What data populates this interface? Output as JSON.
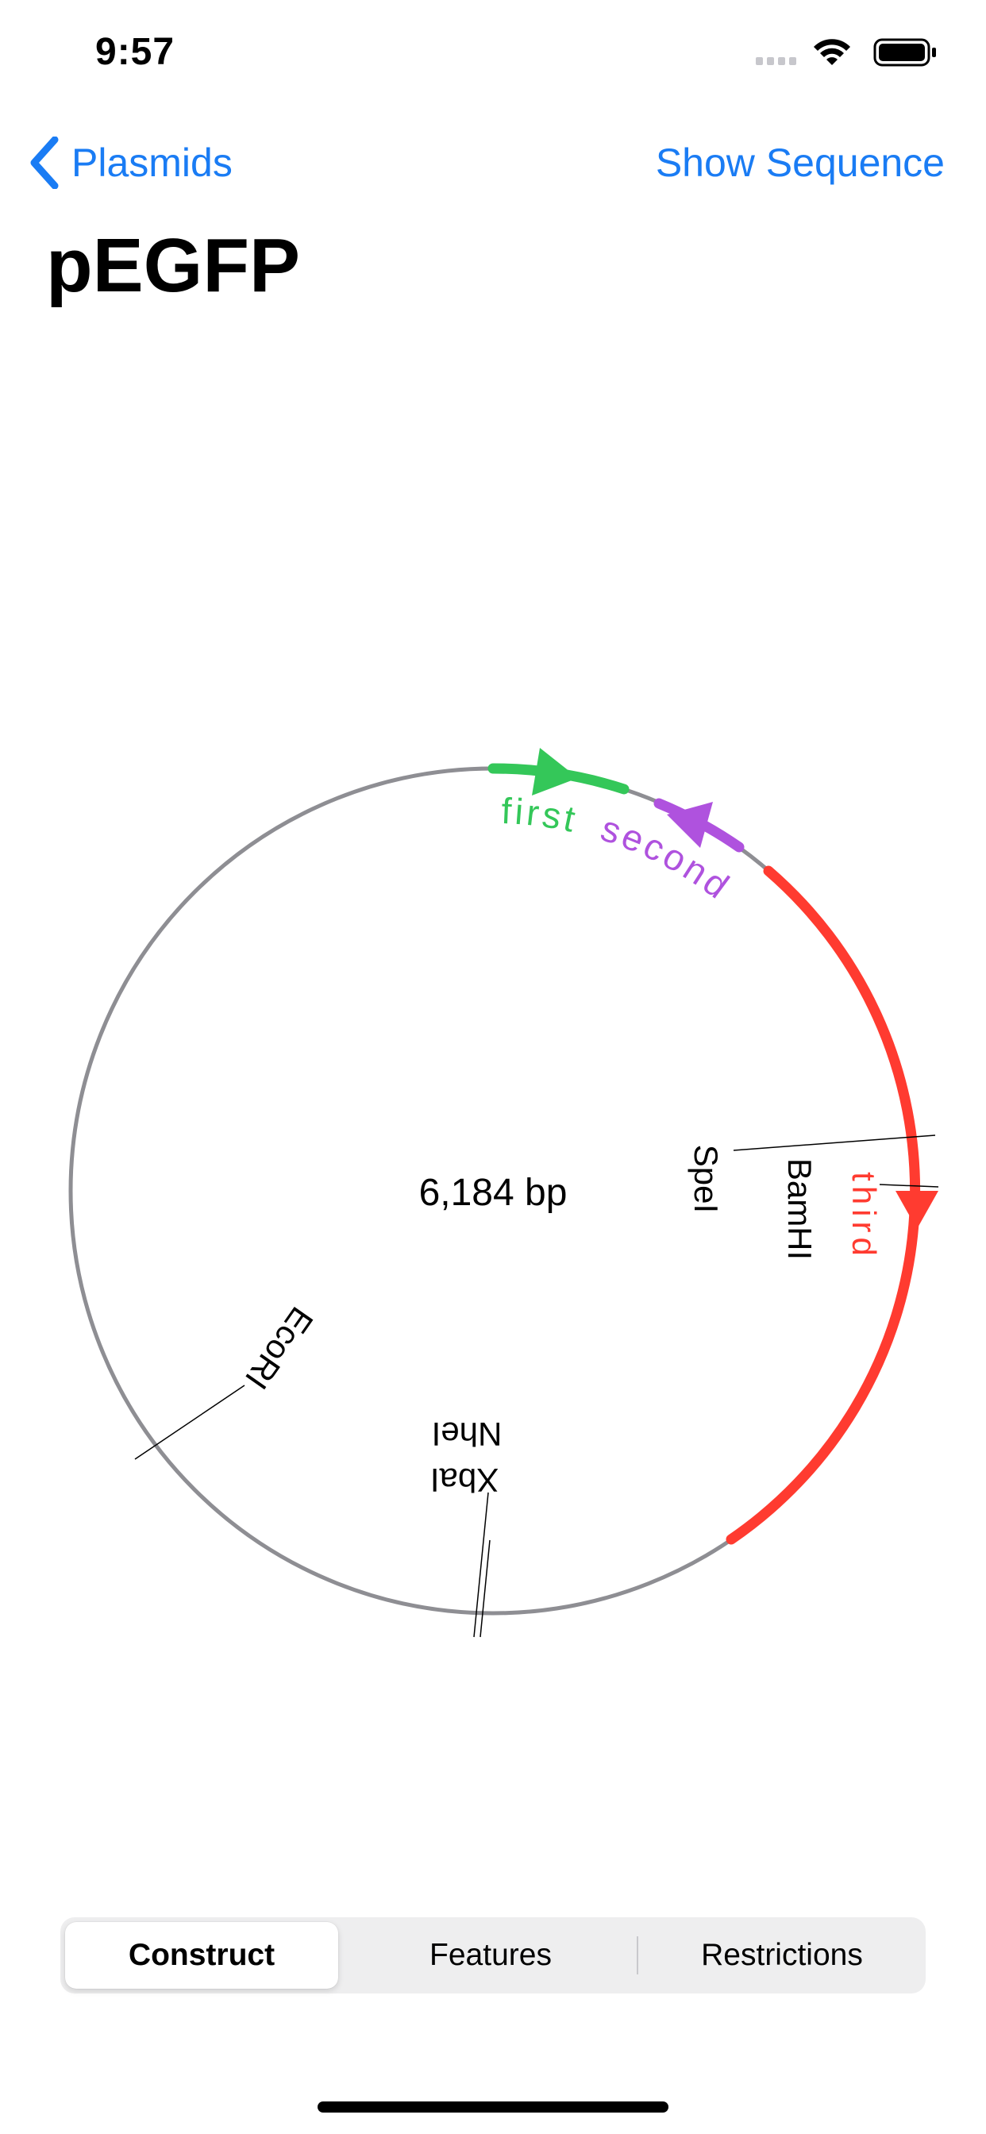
{
  "status_bar": {
    "time": "9:57"
  },
  "nav": {
    "back_label": "Plasmids",
    "action_label": "Show Sequence"
  },
  "title": "pEGFP",
  "map": {
    "center_label": "6,184 bp",
    "features": [
      {
        "label": "first",
        "color": "#34c759",
        "direction": "forward"
      },
      {
        "label": "second",
        "color": "#af52de",
        "direction": "reverse"
      },
      {
        "label": "third",
        "color": "#ff3b30",
        "direction": "forward"
      }
    ],
    "restriction_sites": [
      "SpeI",
      "BamHI",
      "EcoRI",
      "NheI",
      "XbaI"
    ],
    "backbone_color": "#8e8e93"
  },
  "segmented_control": {
    "selected": "Construct",
    "items": [
      {
        "label": "Construct"
      },
      {
        "label": "Features"
      },
      {
        "label": "Restrictions"
      }
    ]
  },
  "colors": {
    "accent": "#1a7cf4"
  }
}
